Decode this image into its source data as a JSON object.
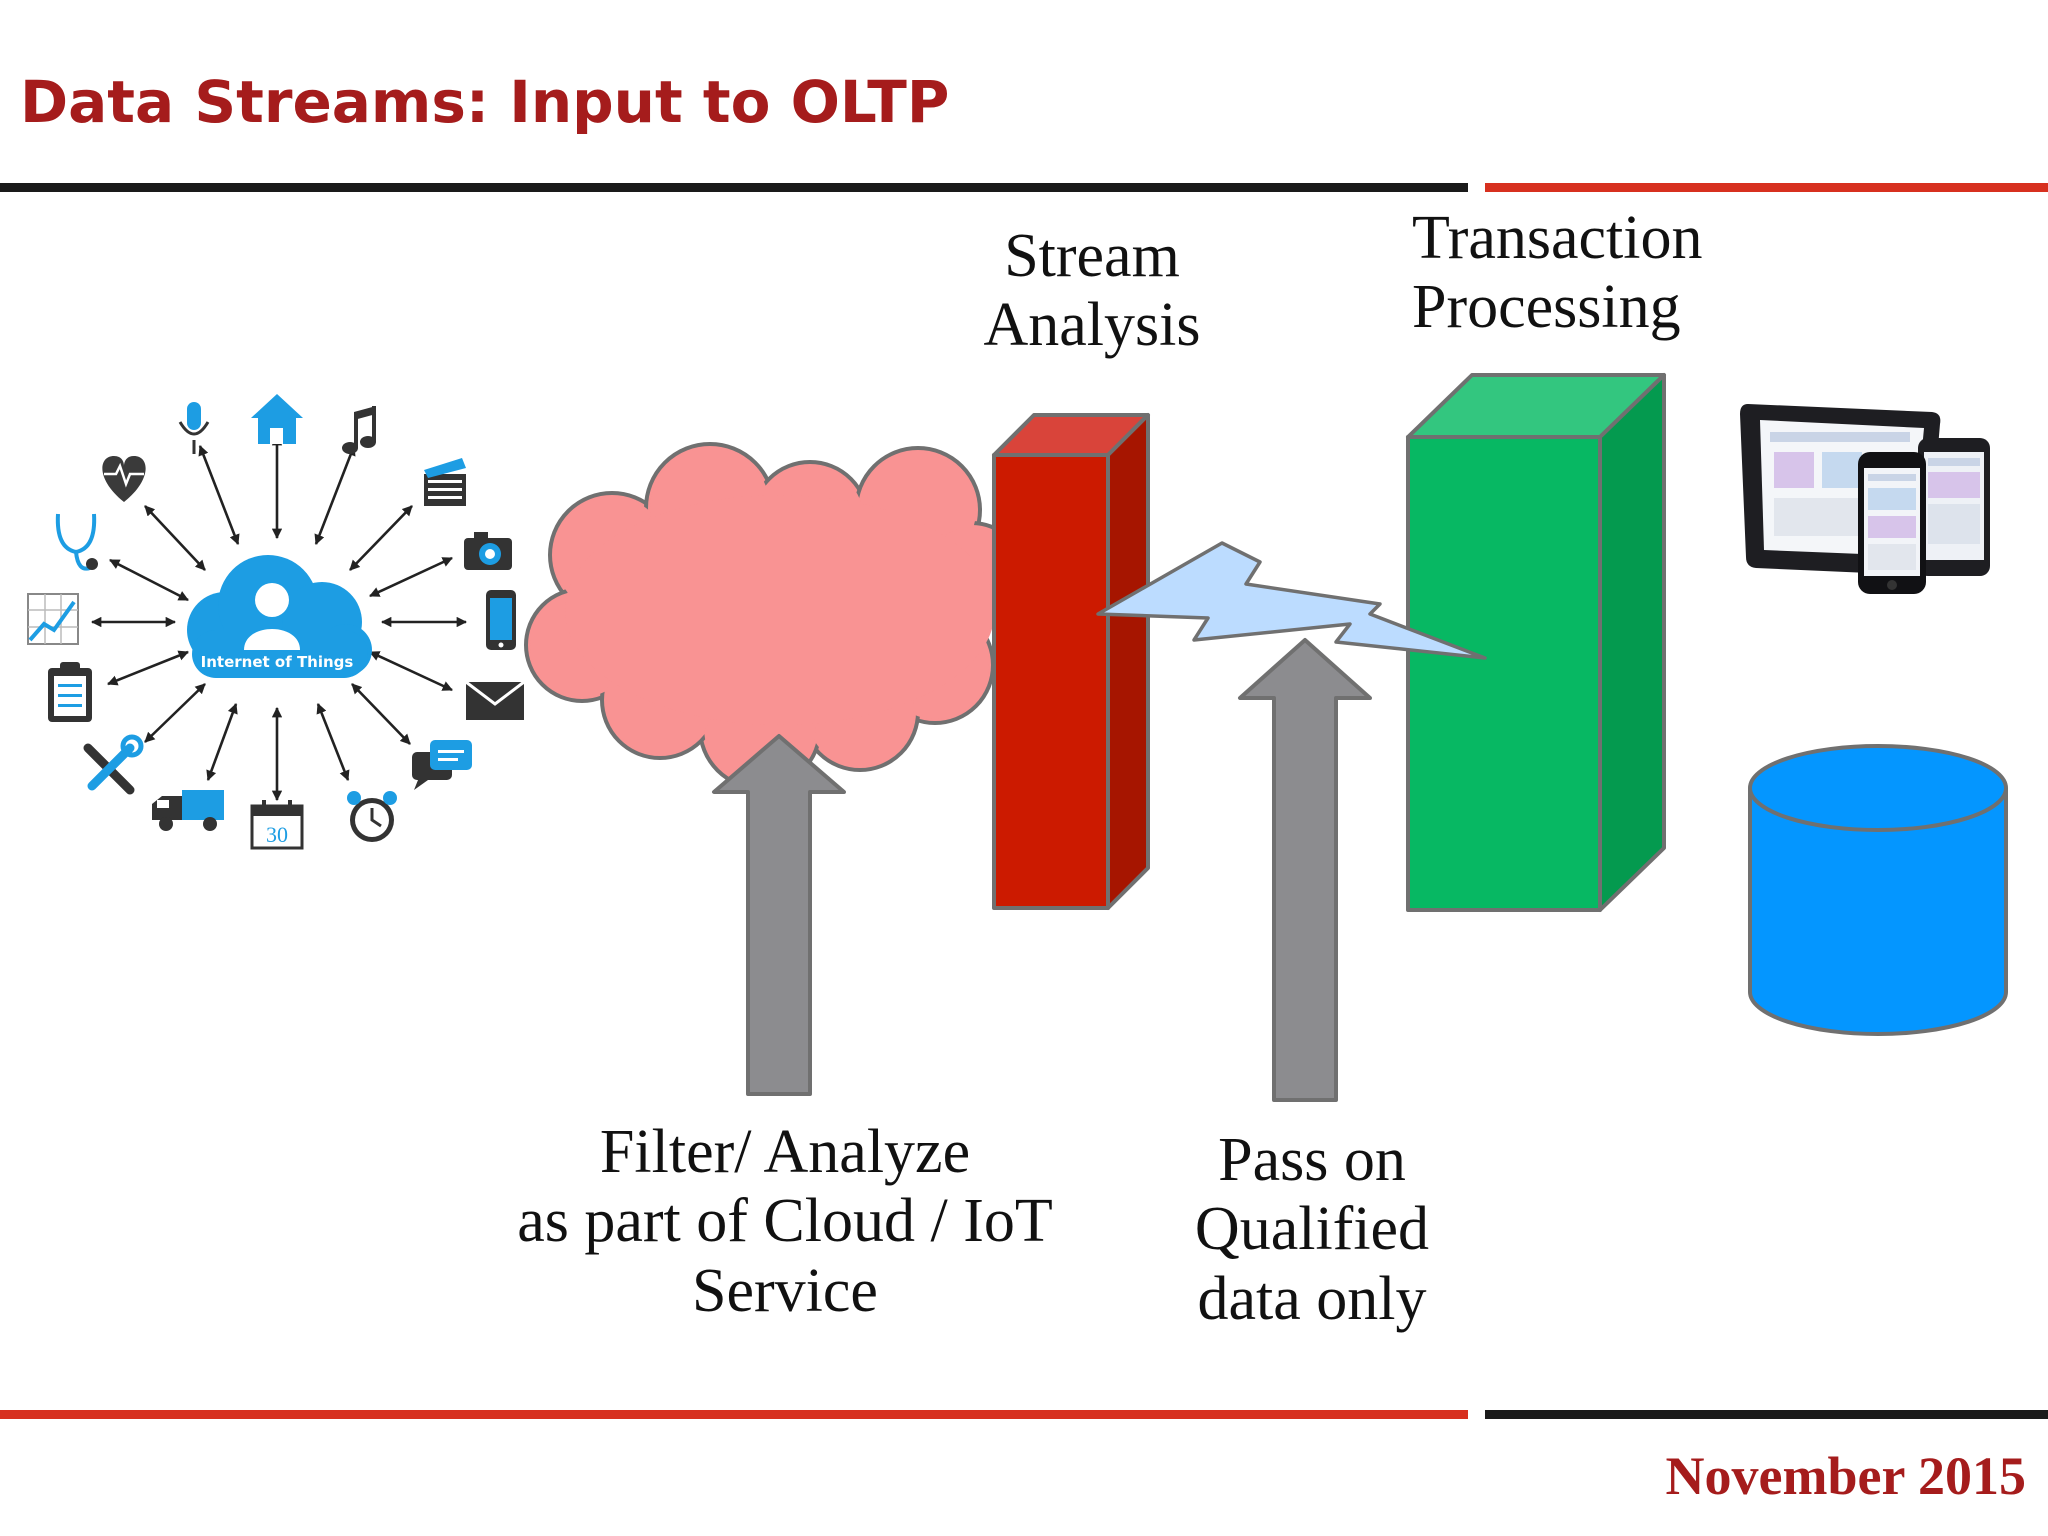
{
  "slide": {
    "title": "Data Streams: Input to OLTP",
    "footer_date": "November 2015"
  },
  "labels": {
    "stream_analysis": [
      "Stream",
      "Analysis"
    ],
    "transaction_processing": [
      "Transaction",
      "Processing"
    ],
    "filter_analyze": [
      "Filter/ Analyze",
      "as part of Cloud / IoT",
      "Service"
    ],
    "pass_on": [
      "Pass on",
      "Qualified",
      "data only"
    ]
  },
  "iot_hub": {
    "caption": "Internet of Things",
    "calendar_day": "30"
  },
  "colors": {
    "title_red": "#a51c1c",
    "rule_dark": "#1a1a1a",
    "rule_red": "#d7301f",
    "cloud_fill": "#f99393",
    "stream_front": "#cc1a00",
    "stream_side": "#a61500",
    "stream_top": "#d9443a",
    "tp_front": "#07b863",
    "tp_side": "#049a4f",
    "tp_top": "#33c67f",
    "lightning": "#bcdcff",
    "arrow_gray": "#8c8c8f",
    "database_blue": "#0496ff",
    "iot_blue": "#1d9de3"
  }
}
